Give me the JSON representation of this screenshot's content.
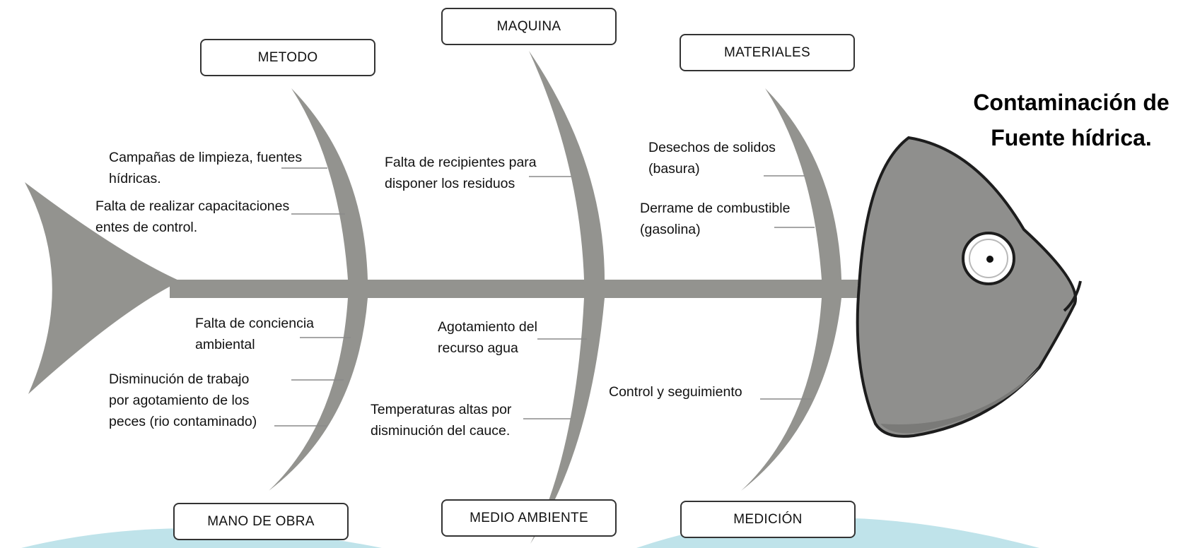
{
  "title": "Contaminación de\nFuente hídrica.",
  "categories": {
    "metodo": "METODO",
    "maquina": "MAQUINA",
    "materiales": "MATERIALES",
    "mano_de_obra": "MANO DE OBRA",
    "medio_ambiente": "MEDIO AMBIENTE",
    "medicion": "MEDICIÓN"
  },
  "causes": {
    "metodo": [
      "Campañas de limpieza, fuentes\nhídricas.",
      "Falta de realizar capacitaciones\nentes de control."
    ],
    "maquina": [
      "Falta de recipientes para\ndisponer los residuos"
    ],
    "materiales": [
      "Desechos de solidos\n(basura)",
      "Derrame de combustible\n(gasolina)"
    ],
    "mano_de_obra": [
      "Falta de conciencia\nambiental",
      "Disminución de trabajo\npor agotamiento de los\npeces (rio contaminado)"
    ],
    "medio_ambiente": [
      "Agotamiento del\nrecurso agua",
      "Temperaturas altas por\ndisminución del cauce."
    ],
    "medicion": [
      "Control y seguimiento"
    ]
  },
  "colors": {
    "bone": "#93938f",
    "head": "#8f8f8d",
    "outline": "#1d1d1d",
    "water": "#bfe3ea"
  }
}
